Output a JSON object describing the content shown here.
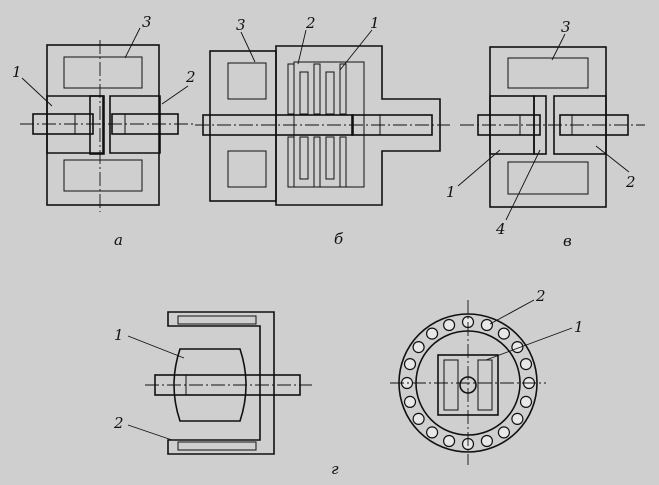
{
  "figures": {
    "a": {
      "caption": "а",
      "labels": [
        "1",
        "2",
        "3"
      ]
    },
    "b": {
      "caption": "б",
      "labels": [
        "1",
        "2",
        "3"
      ]
    },
    "v": {
      "caption": "в",
      "labels": [
        "1",
        "2",
        "3",
        "4"
      ]
    },
    "g": {
      "caption": "г",
      "labels": [
        "1",
        "2",
        "1",
        "2"
      ]
    }
  },
  "colors": {
    "background": "#cfcfcf",
    "ink": "#111111",
    "body_fill": "#d6d6d6",
    "shaft_fill": "#e8e8e8"
  }
}
